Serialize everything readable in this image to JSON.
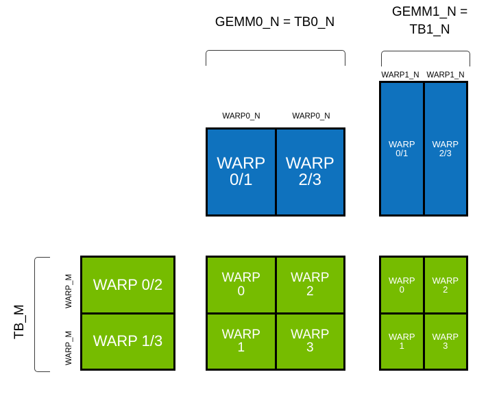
{
  "diagram": {
    "title_gemm0": "GEMM0_N = TB0_N",
    "title_gemm1": "GEMM1_N =\nTB1_N",
    "tb_m_label": "TB_M",
    "labels": {
      "warp0_n": "WARP0_N",
      "warp1_n": "WARP1_N",
      "warp_m": "WARP_M"
    },
    "blue_gemm0": {
      "column_labels": [
        "WARP0_N",
        "WARP0_N"
      ],
      "cells": [
        "WARP\n0/1",
        "WARP\n2/3"
      ]
    },
    "blue_gemm1": {
      "column_labels": [
        "WARP1_N",
        "WARP1_N"
      ],
      "cells": [
        "WARP\n0/1",
        "WARP\n2/3"
      ]
    },
    "green_left": {
      "row_labels": [
        "WARP_M",
        "WARP_M"
      ],
      "cells": [
        "WARP 0/2",
        "WARP 1/3"
      ]
    },
    "green_middle": {
      "cells": [
        "WARP\n0",
        "WARP\n2",
        "WARP\n1",
        "WARP\n3"
      ]
    },
    "green_right": {
      "cells": [
        "WARP\n0",
        "WARP\n2",
        "WARP\n1",
        "WARP\n3"
      ]
    },
    "colors": {
      "blue": "#0f72be",
      "green": "#76bc00",
      "outline": "#000000",
      "bracket": "#3a3a3a",
      "text_on_fill": "#ffffff",
      "text": "#000000"
    }
  }
}
